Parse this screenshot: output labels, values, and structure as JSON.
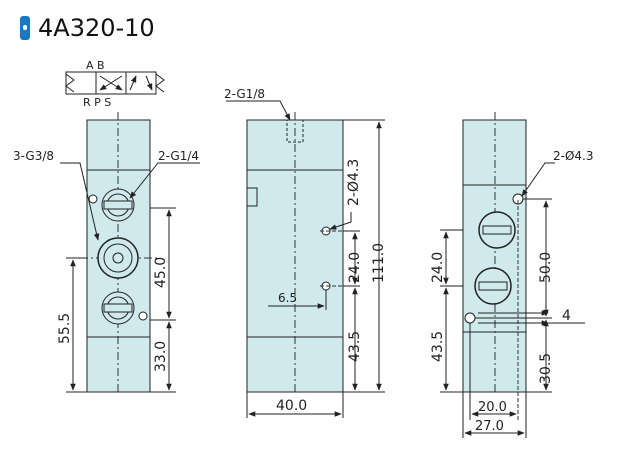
{
  "title": "4A320-10",
  "symbol": {
    "top_ports": "A B",
    "bottom_ports": "R P S"
  },
  "colors": {
    "body_fill": "#cfe9ec",
    "outline": "#222222",
    "centerline": "#333333",
    "title_badge": "#1a78c2"
  },
  "left_view": {
    "label_g38": "3-G3/8",
    "label_g14": "2-G1/4",
    "dim_45": "45.0",
    "dim_33": "33.0",
    "dim_555": "55.5"
  },
  "middle_view": {
    "label_g18": "2-G1/8",
    "label_d43": "2-Ø4.3",
    "dim_24": "24.0",
    "dim_65": "6.5",
    "dim_435": "43.5",
    "dim_111": "111.0",
    "dim_40": "40.0"
  },
  "right_view": {
    "label_d43": "2-Ø4.3",
    "dim_24": "24.0",
    "dim_50": "50.0",
    "dim_4": "4",
    "dim_435": "43.5",
    "dim_305": "30.5",
    "dim_20": "20.0",
    "dim_27": "27.0"
  }
}
